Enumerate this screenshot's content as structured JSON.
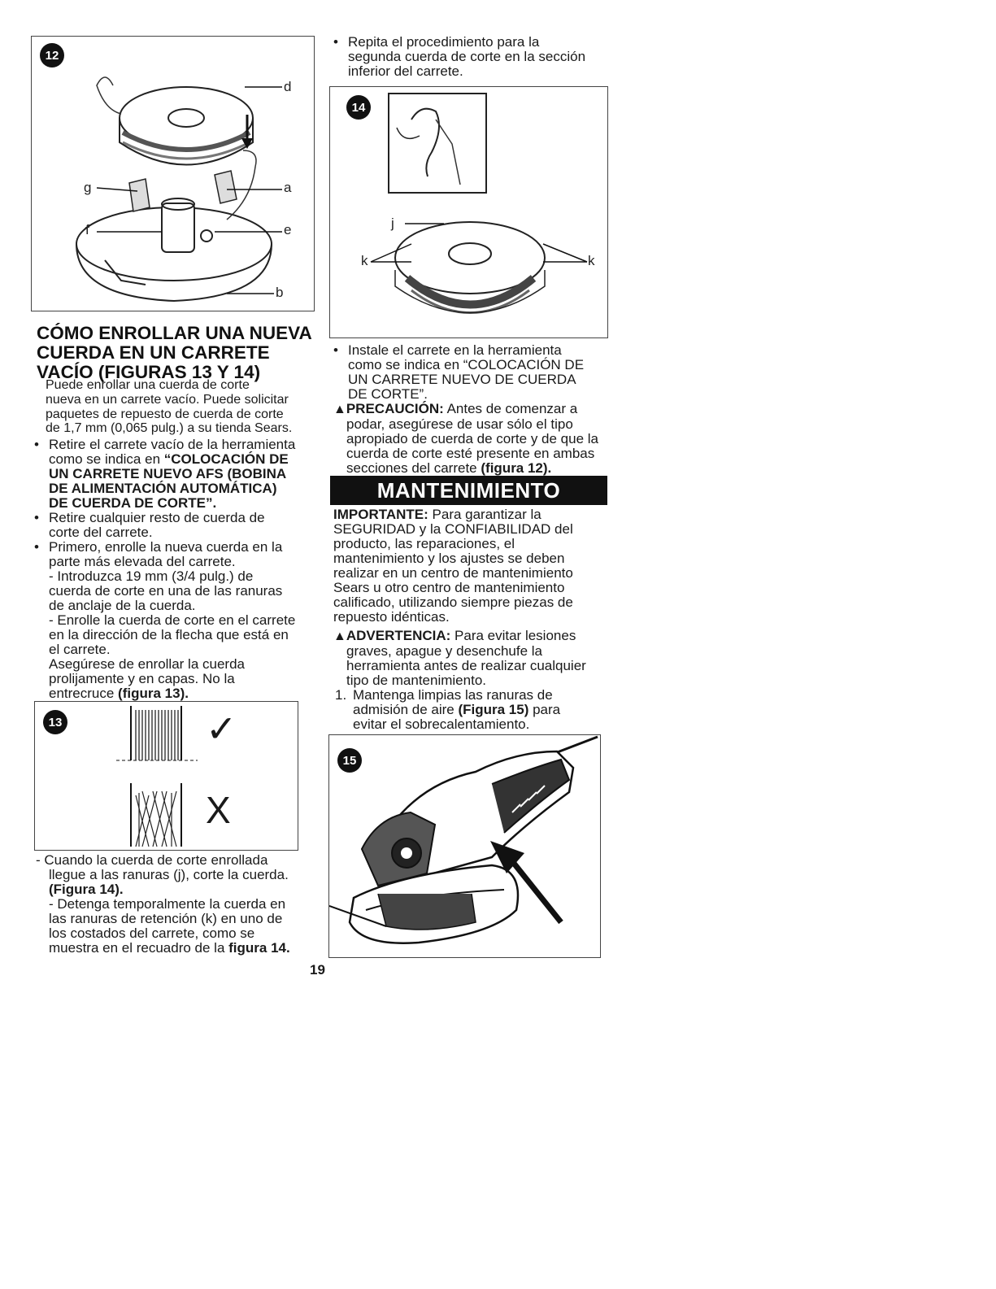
{
  "figures": {
    "fig12": {
      "badge": "12",
      "labels": {
        "d": "d",
        "a": "a",
        "g": "g",
        "e": "e",
        "f": "f",
        "b": "b"
      }
    },
    "fig13": {
      "badge": "13",
      "check": "✓",
      "cross": "X"
    },
    "fig14": {
      "badge": "14",
      "labels": {
        "j": "j",
        "k_left": "k",
        "k_right": "k"
      }
    },
    "fig15": {
      "badge": "15"
    }
  },
  "left": {
    "title_lines": [
      "CÓMO ENROLLAR UNA NUEVA",
      "CUERDA EN UN CARRETE",
      "VACÍO (FIGURAS 13 Y 14)"
    ],
    "intro_lines": [
      "Puede enrollar una cuerda de corte",
      "nueva en un carrete vacío. Puede solicitar",
      "paquetes de repuesto de cuerda de corte",
      "de 1,7 mm (0,065 pulg.) a su tienda Sears."
    ],
    "b1": {
      "lines": [
        "Retire el carrete vacío de la herramienta",
        "como se indica en "
      ],
      "bold_lines": [
        "“COLOCACIÓN DE",
        "UN CARRETE NUEVO AFS (BOBINA",
        "DE ALIMENTACIÓN AUTOMÁTICA)",
        "DE CUERDA DE CORTE”."
      ]
    },
    "b2": {
      "lines": [
        "Retire cualquier resto de cuerda de",
        "corte del carrete."
      ]
    },
    "b3": {
      "lines": [
        "Primero, enrolle la nueva cuerda en la",
        "parte más elevada del carrete.",
        "- Introduzca 19 mm (3/4 pulg.) de",
        "cuerda de corte en una de las ranuras",
        "de anclaje de la cuerda.",
        "- Enrolle la cuerda de corte en el carrete",
        "en la dirección de la flecha que está en",
        "el carrete.",
        "Asegúrese de enrollar la cuerda",
        "prolijamente y en capas. No la"
      ],
      "last_line": "entrecruce ",
      "last_bold": "(figura 13)."
    },
    "after_fig13": {
      "l1": "- Cuando la cuerda de corte enrollada",
      "l2": "llegue a las ranuras (j), corte la cuerda.",
      "l3_bold": "(Figura 14).",
      "l4": "- Detenga temporalmente la cuerda en",
      "l5": "las ranuras de retención (k) en uno de",
      "l6": "los costados del carrete, como se",
      "l7": "muestra en el recuadro de la ",
      "l7_bold": "figura 14."
    }
  },
  "right": {
    "top_bullet_lines": [
      "Repita el procedimiento para la",
      "segunda cuerda de corte en la sección",
      "inferior del carrete."
    ],
    "install_lines": [
      "Instale el carrete en la herramienta",
      "como se indica en “COLOCACIÓN DE",
      "UN CARRETE NUEVO DE CUERDA",
      "DE CORTE”."
    ],
    "precaution": {
      "icon": "▲",
      "label": "PRECAUCIÓN:",
      "first": " Antes de comenzar a",
      "lines": [
        "podar, asegúrese de usar sólo el tipo",
        "apropiado de cuerda de corte y de que la",
        "cuerda de corte esté presente en ambas"
      ],
      "last": "secciones del carrete ",
      "last_bold": "(figura 12)."
    },
    "banner": "MANTENIMIENTO",
    "important": {
      "label": "IMPORTANTE:",
      "first": " Para garantizar la",
      "lines": [
        "SEGURIDAD y la CONFIABILIDAD del",
        "producto, las reparaciones, el",
        "mantenimiento y los ajustes se deben",
        "realizar en un centro de mantenimiento",
        "Sears u otro centro de mantenimiento",
        "calificado, utilizando siempre piezas de",
        "repuesto idénticas."
      ]
    },
    "warning": {
      "icon": "▲",
      "label": "ADVERTENCIA:",
      "first": " Para evitar lesiones",
      "lines": [
        "graves, apague y desenchufe la",
        "herramienta antes de realizar cualquier",
        "tipo de mantenimiento."
      ]
    },
    "item1": {
      "num": "1.",
      "l1": "Mantenga limpias las ranuras de",
      "l2a": "admisión de aire ",
      "l2b": "(Figura 15)",
      "l2c": " para",
      "l3": "evitar el sobrecalentamiento."
    }
  },
  "page_number": "19",
  "bullet": "•"
}
